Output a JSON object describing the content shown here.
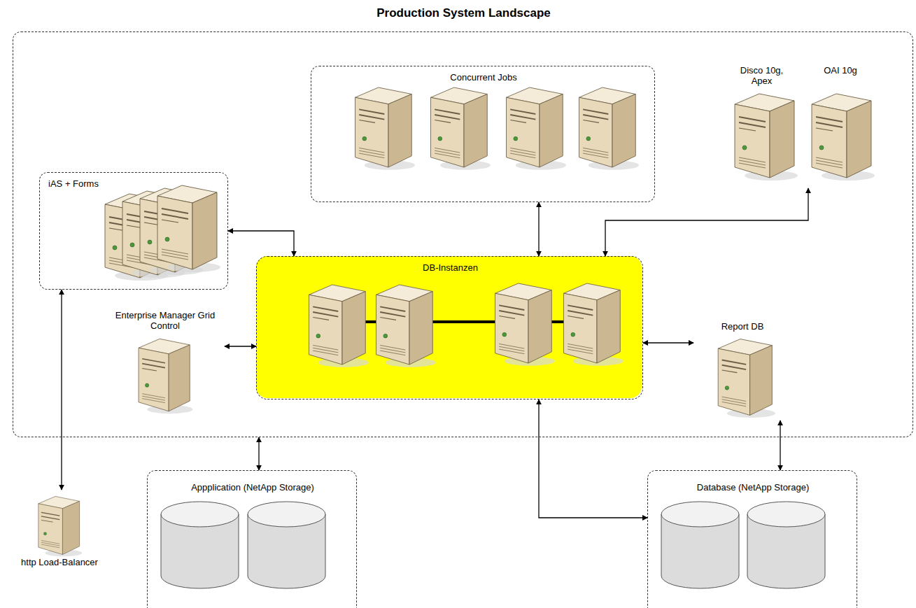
{
  "diagram": {
    "nodes": [
      {
        "text": [
          "Production System Landscape"
        ]
      },
      {
        "text": [
          "Concurrent Jobs"
        ],
        "in": 0
      },
      {
        "text": [
          "Disco 10g, Apex"
        ],
        "in": 0
      },
      {
        "text": [
          "OAI 10g"
        ],
        "in": 0
      },
      {
        "text": [
          "iAS + Forms"
        ],
        "in": 0
      },
      {
        "text": [
          "DB-Instanzen"
        ],
        "in": 0
      },
      {
        "text": [
          "Enterprise Manager Grid Control"
        ],
        "in": 0
      },
      {
        "text": [
          "Report DB"
        ],
        "in": 0
      },
      {
        "text": [
          "http Load-Balancer"
        ]
      },
      {
        "text": [
          "Appplication (NetApp Storage)"
        ]
      },
      {
        "text": [
          "Database (NetApp Storage)"
        ]
      }
    ],
    "edges": [
      {
        "from": 4,
        "to": 5,
        "arrow": "both"
      },
      {
        "from": 1,
        "to": 5,
        "arrow": "both"
      },
      {
        "from": 5,
        "to": 3,
        "arrow": "both"
      },
      {
        "from": 6,
        "to": 5,
        "arrow": "both"
      },
      {
        "from": 5,
        "to": 7,
        "arrow": "both"
      },
      {
        "from": 4,
        "to": 8,
        "arrow": "both"
      },
      {
        "from": 9,
        "to": 0,
        "arrow": "both"
      },
      {
        "from": 5,
        "to": 10,
        "arrow": "both"
      },
      {
        "from": 7,
        "to": 10,
        "arrow": "both"
      }
    ]
  }
}
